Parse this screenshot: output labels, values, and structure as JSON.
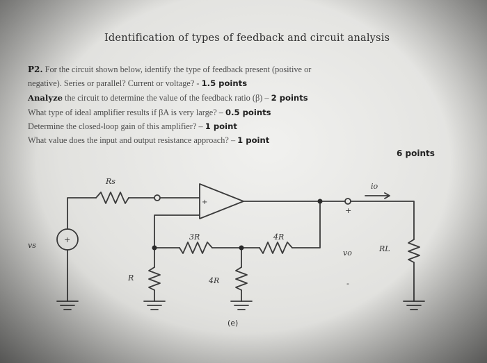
{
  "title": "Identification of types of feedback and circuit analysis",
  "problem": {
    "number": "P2.",
    "line1": "For the circuit shown below, identify the type of feedback present (positive or",
    "line2_text": "negative). Series or parallel? Current or voltage? - ",
    "line2_points": "1.5 points",
    "line3_lead": "Analyze",
    "line3_text": " the circuit to determine the value of the feedback ratio (β) – ",
    "line3_points": "2 points",
    "line4_text": "What type of ideal amplifier results if βA is very large? – ",
    "line4_points": "0.5 points",
    "line5_text": "Determine the closed-loop gain of this amplifier? – ",
    "line5_points": "1 point",
    "line6_text": "What value does the input and output resistance approach? – ",
    "line6_points": "1 point",
    "total_points": "6 points"
  },
  "circuit": {
    "rs": "Rs",
    "vs": "vs",
    "r3": "3R",
    "r4_top": "4R",
    "r_ground": "R",
    "r4_ground": "4R",
    "io": "io",
    "vo": "vo",
    "rl": "RL",
    "plus_source": "+",
    "plus_amp": "+",
    "plus_out": "+",
    "minus_out": "-",
    "caption": "(e)"
  }
}
